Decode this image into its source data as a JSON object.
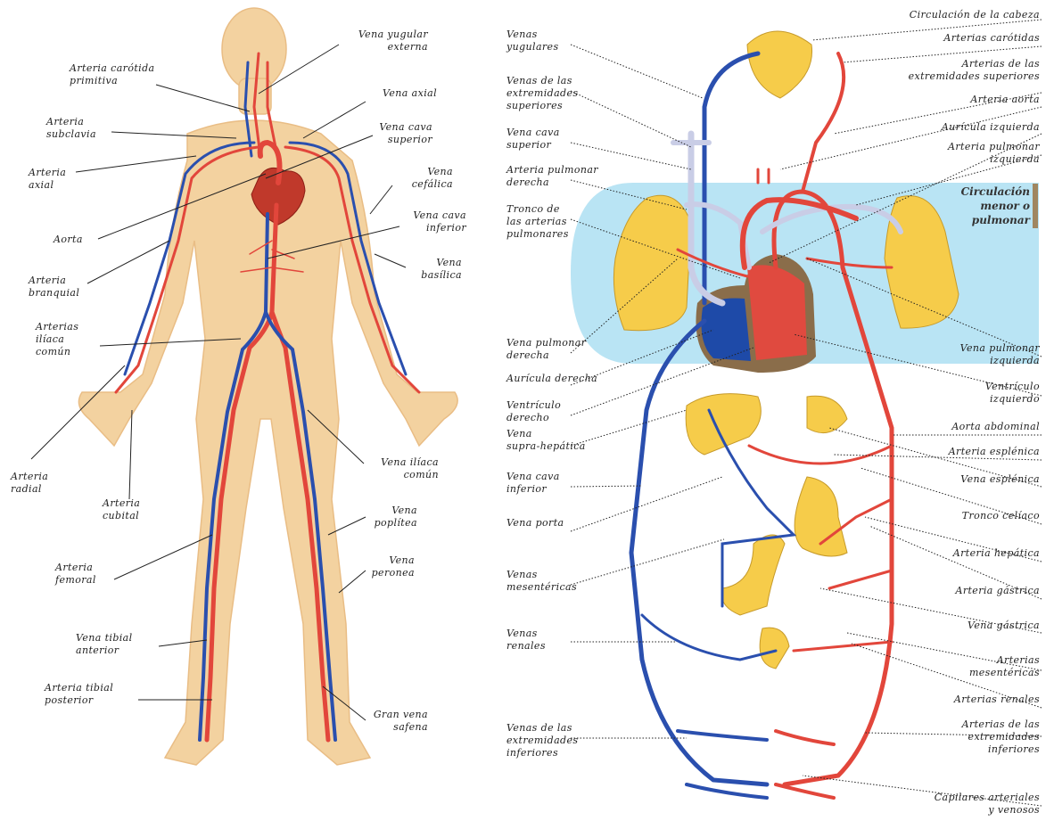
{
  "left_labels": [
    {
      "id": "vena-yugular-externa",
      "lines": [
        "Vena yugular",
        "externa"
      ]
    },
    {
      "id": "arteria-carotida-primitiva",
      "lines": [
        "Arteria carótida",
        "primitiva"
      ]
    },
    {
      "id": "vena-axial",
      "lines": [
        "Vena axial"
      ]
    },
    {
      "id": "arteria-subclavia",
      "lines": [
        "Arteria",
        "subclavia"
      ]
    },
    {
      "id": "vena-cava-superior",
      "lines": [
        "Vena cava",
        "superior"
      ]
    },
    {
      "id": "arteria-axial",
      "lines": [
        "Arteria",
        "axial"
      ]
    },
    {
      "id": "vena-cefalica",
      "lines": [
        "Vena",
        "cefálica"
      ]
    },
    {
      "id": "vena-cava-inferior",
      "lines": [
        "Vena cava",
        "inferior"
      ]
    },
    {
      "id": "aorta",
      "lines": [
        "Aorta"
      ]
    },
    {
      "id": "vena-basilica",
      "lines": [
        "Vena",
        "basílica"
      ]
    },
    {
      "id": "arteria-branquial",
      "lines": [
        "Arteria",
        "branquial"
      ]
    },
    {
      "id": "arterias-iliaca-comun",
      "lines": [
        "Arterias",
        "ilíaca",
        "común"
      ]
    },
    {
      "id": "arteria-radial",
      "lines": [
        "Arteria",
        "radial"
      ]
    },
    {
      "id": "vena-iliaca-comun",
      "lines": [
        "Vena ilíaca",
        "común"
      ]
    },
    {
      "id": "arteria-cubital",
      "lines": [
        "Arteria",
        "cubital"
      ]
    },
    {
      "id": "vena-poplitea",
      "lines": [
        "Vena",
        "poplítea"
      ]
    },
    {
      "id": "vena-peronea",
      "lines": [
        "Vena",
        "peronea"
      ]
    },
    {
      "id": "arteria-femoral",
      "lines": [
        "Arteria",
        "femoral"
      ]
    },
    {
      "id": "vena-tibial-anterior",
      "lines": [
        "Vena tibial",
        "anterior"
      ]
    },
    {
      "id": "arteria-tibial-posterior",
      "lines": [
        "Arteria tibial",
        "posterior"
      ]
    },
    {
      "id": "gran-vena-safena",
      "lines": [
        "Gran vena",
        "safena"
      ]
    }
  ],
  "right_left_labels": [
    {
      "id": "venas-yugulares",
      "lines": [
        "Venas",
        "yugulares"
      ]
    },
    {
      "id": "venas-extremidades-superiores",
      "lines": [
        "Venas de las",
        "extremidades",
        "superiores"
      ]
    },
    {
      "id": "vena-cava-superior-r",
      "lines": [
        "Vena cava",
        "superior"
      ]
    },
    {
      "id": "arteria-pulmonar-derecha",
      "lines": [
        "Arteria pulmonar",
        "derecha"
      ]
    },
    {
      "id": "tronco-arterias-pulmonares",
      "lines": [
        "Tronco de",
        "las arterias",
        "pulmonares"
      ]
    },
    {
      "id": "vena-pulmonar-derecha",
      "lines": [
        "Vena pulmonar",
        "derecha"
      ]
    },
    {
      "id": "auricula-derecha",
      "lines": [
        "Aurícula derecha"
      ]
    },
    {
      "id": "ventriculo-derecho",
      "lines": [
        "Ventrículo",
        "derecho"
      ]
    },
    {
      "id": "vena-supra-hepatica",
      "lines": [
        "Vena",
        "supra-hepática"
      ]
    },
    {
      "id": "vena-cava-inferior-r",
      "lines": [
        "Vena cava",
        "inferior"
      ]
    },
    {
      "id": "vena-porta",
      "lines": [
        "Vena porta"
      ]
    },
    {
      "id": "venas-mesentericas",
      "lines": [
        "Venas",
        "mesentéricas"
      ]
    },
    {
      "id": "venas-renales",
      "lines": [
        "Venas",
        "renales"
      ]
    },
    {
      "id": "venas-extremidades-inferiores",
      "lines": [
        "Venas de las",
        "extremidades",
        "inferiores"
      ]
    }
  ],
  "right_right_labels": [
    {
      "id": "circulacion-cabeza",
      "lines": [
        "Circulación de la cabeza"
      ]
    },
    {
      "id": "arterias-carotidas",
      "lines": [
        "Arterias carótidas"
      ]
    },
    {
      "id": "arterias-extremidades-superiores",
      "lines": [
        "Arterias de las",
        "extremidades superiores"
      ]
    },
    {
      "id": "arteria-aorta",
      "lines": [
        "Arteria aorta"
      ]
    },
    {
      "id": "auricula-izquierda",
      "lines": [
        "Aurícula izquierda"
      ]
    },
    {
      "id": "arteria-pulmonar-izquierda",
      "lines": [
        "Arteria pulmonar",
        "izquierda"
      ]
    },
    {
      "id": "vena-pulmonar-izquierda",
      "lines": [
        "Vena pulmonar",
        "izquierda"
      ]
    },
    {
      "id": "ventriculo-izquierdo",
      "lines": [
        "Ventrículo",
        "izquierdo"
      ]
    },
    {
      "id": "aorta-abdominal",
      "lines": [
        "Aorta abdominal"
      ]
    },
    {
      "id": "arteria-esplenica",
      "lines": [
        "Arteria esplénica"
      ]
    },
    {
      "id": "vena-esplenica",
      "lines": [
        "Vena esplénica"
      ]
    },
    {
      "id": "tronco-celiaco",
      "lines": [
        "Tronco celíaco"
      ]
    },
    {
      "id": "arteria-hepatica",
      "lines": [
        "Arteria hepática"
      ]
    },
    {
      "id": "arteria-gastrica",
      "lines": [
        "Arteria gástrica"
      ]
    },
    {
      "id": "vena-gastrica",
      "lines": [
        "Vena gástrica"
      ]
    },
    {
      "id": "arterias-mesentericas",
      "lines": [
        "Arterias",
        "mesentéricas"
      ]
    },
    {
      "id": "arterias-renales",
      "lines": [
        "Arterias renales"
      ]
    },
    {
      "id": "arterias-extremidades-inferiores",
      "lines": [
        "Arterias de las",
        "extremidades",
        "inferiores"
      ]
    },
    {
      "id": "capilares",
      "lines": [
        "Capilares arteriales",
        "y venosos"
      ]
    }
  ],
  "pulmonary_box": {
    "lines": [
      "Circulación",
      "menor o",
      "pulmonar"
    ]
  },
  "colors": {
    "artery": "#e2463b",
    "vein": "#2a4fae",
    "pulmonary_band": "#b9e4f4",
    "skin": "#f5d7a6",
    "organ": "#f6cc4a"
  }
}
